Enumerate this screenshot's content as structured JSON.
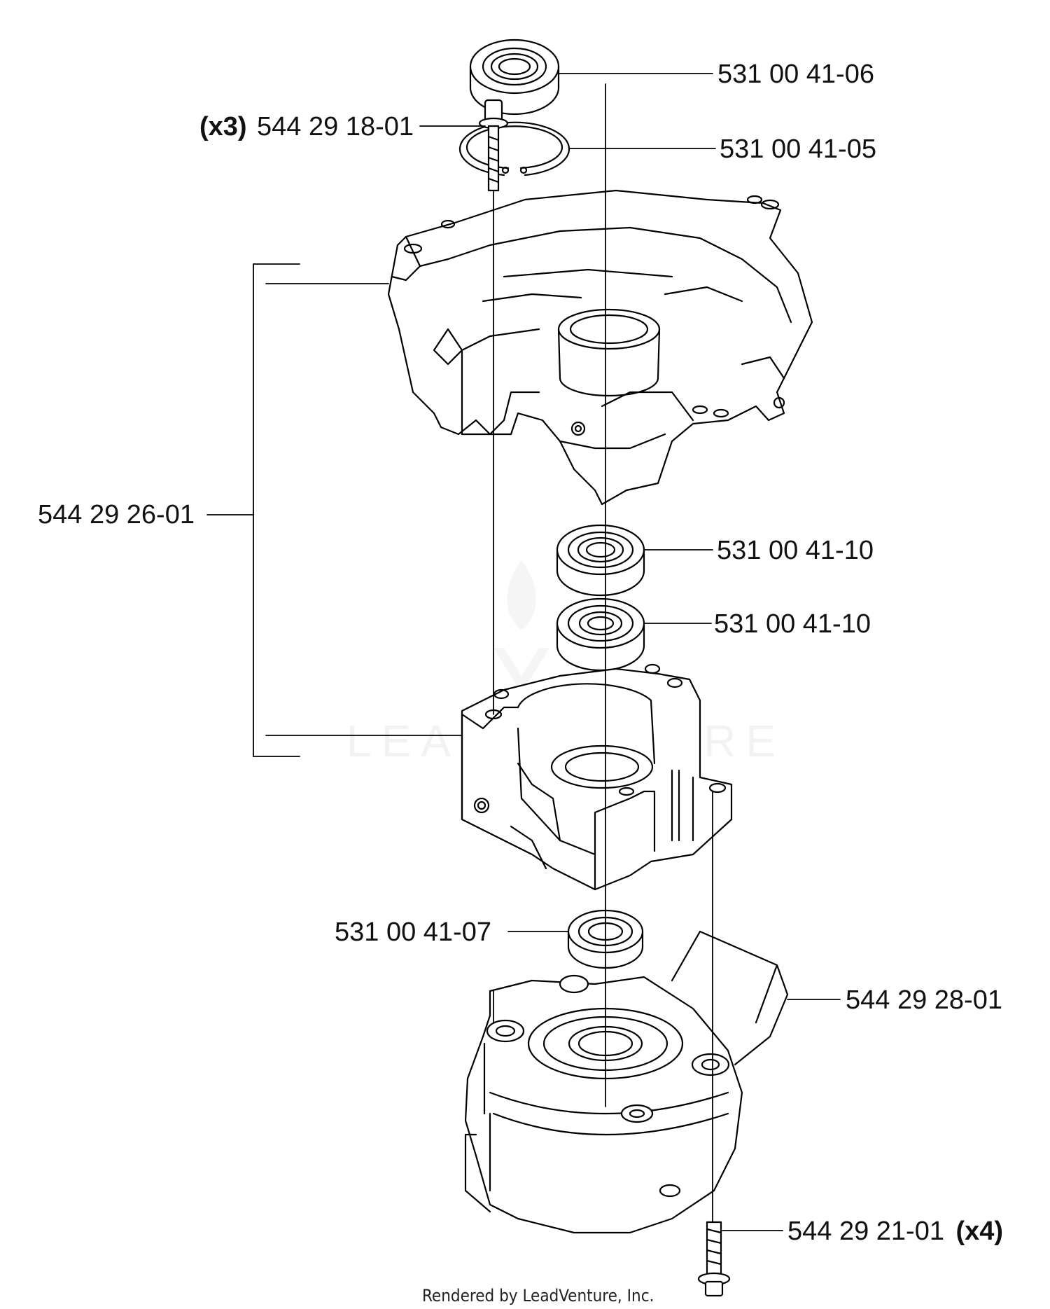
{
  "diagram": {
    "parts": [
      {
        "id": "p1",
        "part_no": "531 00 41-06",
        "qty": ""
      },
      {
        "id": "p2",
        "part_no": "531 00 41-05",
        "qty": ""
      },
      {
        "id": "p3",
        "part_no": "544 29 18-01",
        "qty": "(x3)"
      },
      {
        "id": "p4",
        "part_no": "544 29 26-01",
        "qty": ""
      },
      {
        "id": "p5",
        "part_no": "531 00 41-10",
        "qty": ""
      },
      {
        "id": "p6",
        "part_no": "531 00 41-10",
        "qty": ""
      },
      {
        "id": "p7",
        "part_no": "531 00 41-07",
        "qty": ""
      },
      {
        "id": "p8",
        "part_no": "544 29 28-01",
        "qty": ""
      },
      {
        "id": "p9",
        "part_no": "544 29 21-01",
        "qty": "(x4)"
      }
    ],
    "watermark": "LEADVENTURE",
    "footer": "Rendered by LeadVenture, Inc."
  }
}
